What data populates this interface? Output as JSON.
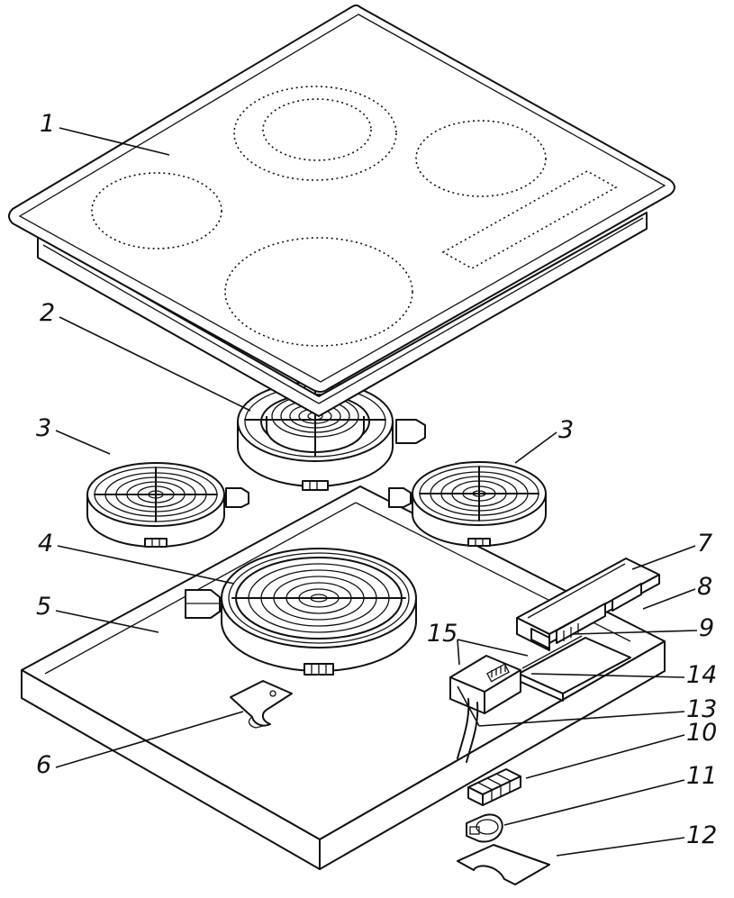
{
  "callouts": [
    {
      "id": "c1",
      "text": "1"
    },
    {
      "id": "c2",
      "text": "2"
    },
    {
      "id": "c3a",
      "text": "3"
    },
    {
      "id": "c3b",
      "text": "3"
    },
    {
      "id": "c4",
      "text": "4"
    },
    {
      "id": "c5",
      "text": "5"
    },
    {
      "id": "c6",
      "text": "6"
    },
    {
      "id": "c7",
      "text": "7"
    },
    {
      "id": "c8",
      "text": "8"
    },
    {
      "id": "c9",
      "text": "9"
    },
    {
      "id": "c10",
      "text": "10"
    },
    {
      "id": "c11",
      "text": "11"
    },
    {
      "id": "c12",
      "text": "12"
    },
    {
      "id": "c13",
      "text": "13"
    },
    {
      "id": "c14",
      "text": "14"
    },
    {
      "id": "c15",
      "text": "15"
    }
  ],
  "parts": [
    {
      "callout": "1",
      "shape": "glass-ceramic-cooktop"
    },
    {
      "callout": "2",
      "shape": "dual-heating-element"
    },
    {
      "callout": "3",
      "shape": "radiant-heating-element"
    },
    {
      "callout": "4",
      "shape": "large-heating-element"
    },
    {
      "callout": "5",
      "shape": "base-housing"
    },
    {
      "callout": "6",
      "shape": "clip"
    },
    {
      "callout": "7",
      "shape": "control-board"
    },
    {
      "callout": "8",
      "shape": "board-housing"
    },
    {
      "callout": "9",
      "shape": "connector-strip"
    },
    {
      "callout": "10",
      "shape": "terminal-block"
    },
    {
      "callout": "11",
      "shape": "cable-clamp"
    },
    {
      "callout": "12",
      "shape": "clamp-plate"
    },
    {
      "callout": "13",
      "shape": "cable"
    },
    {
      "callout": "14",
      "shape": "connection-box"
    },
    {
      "callout": "15",
      "shape": "connector"
    }
  ]
}
